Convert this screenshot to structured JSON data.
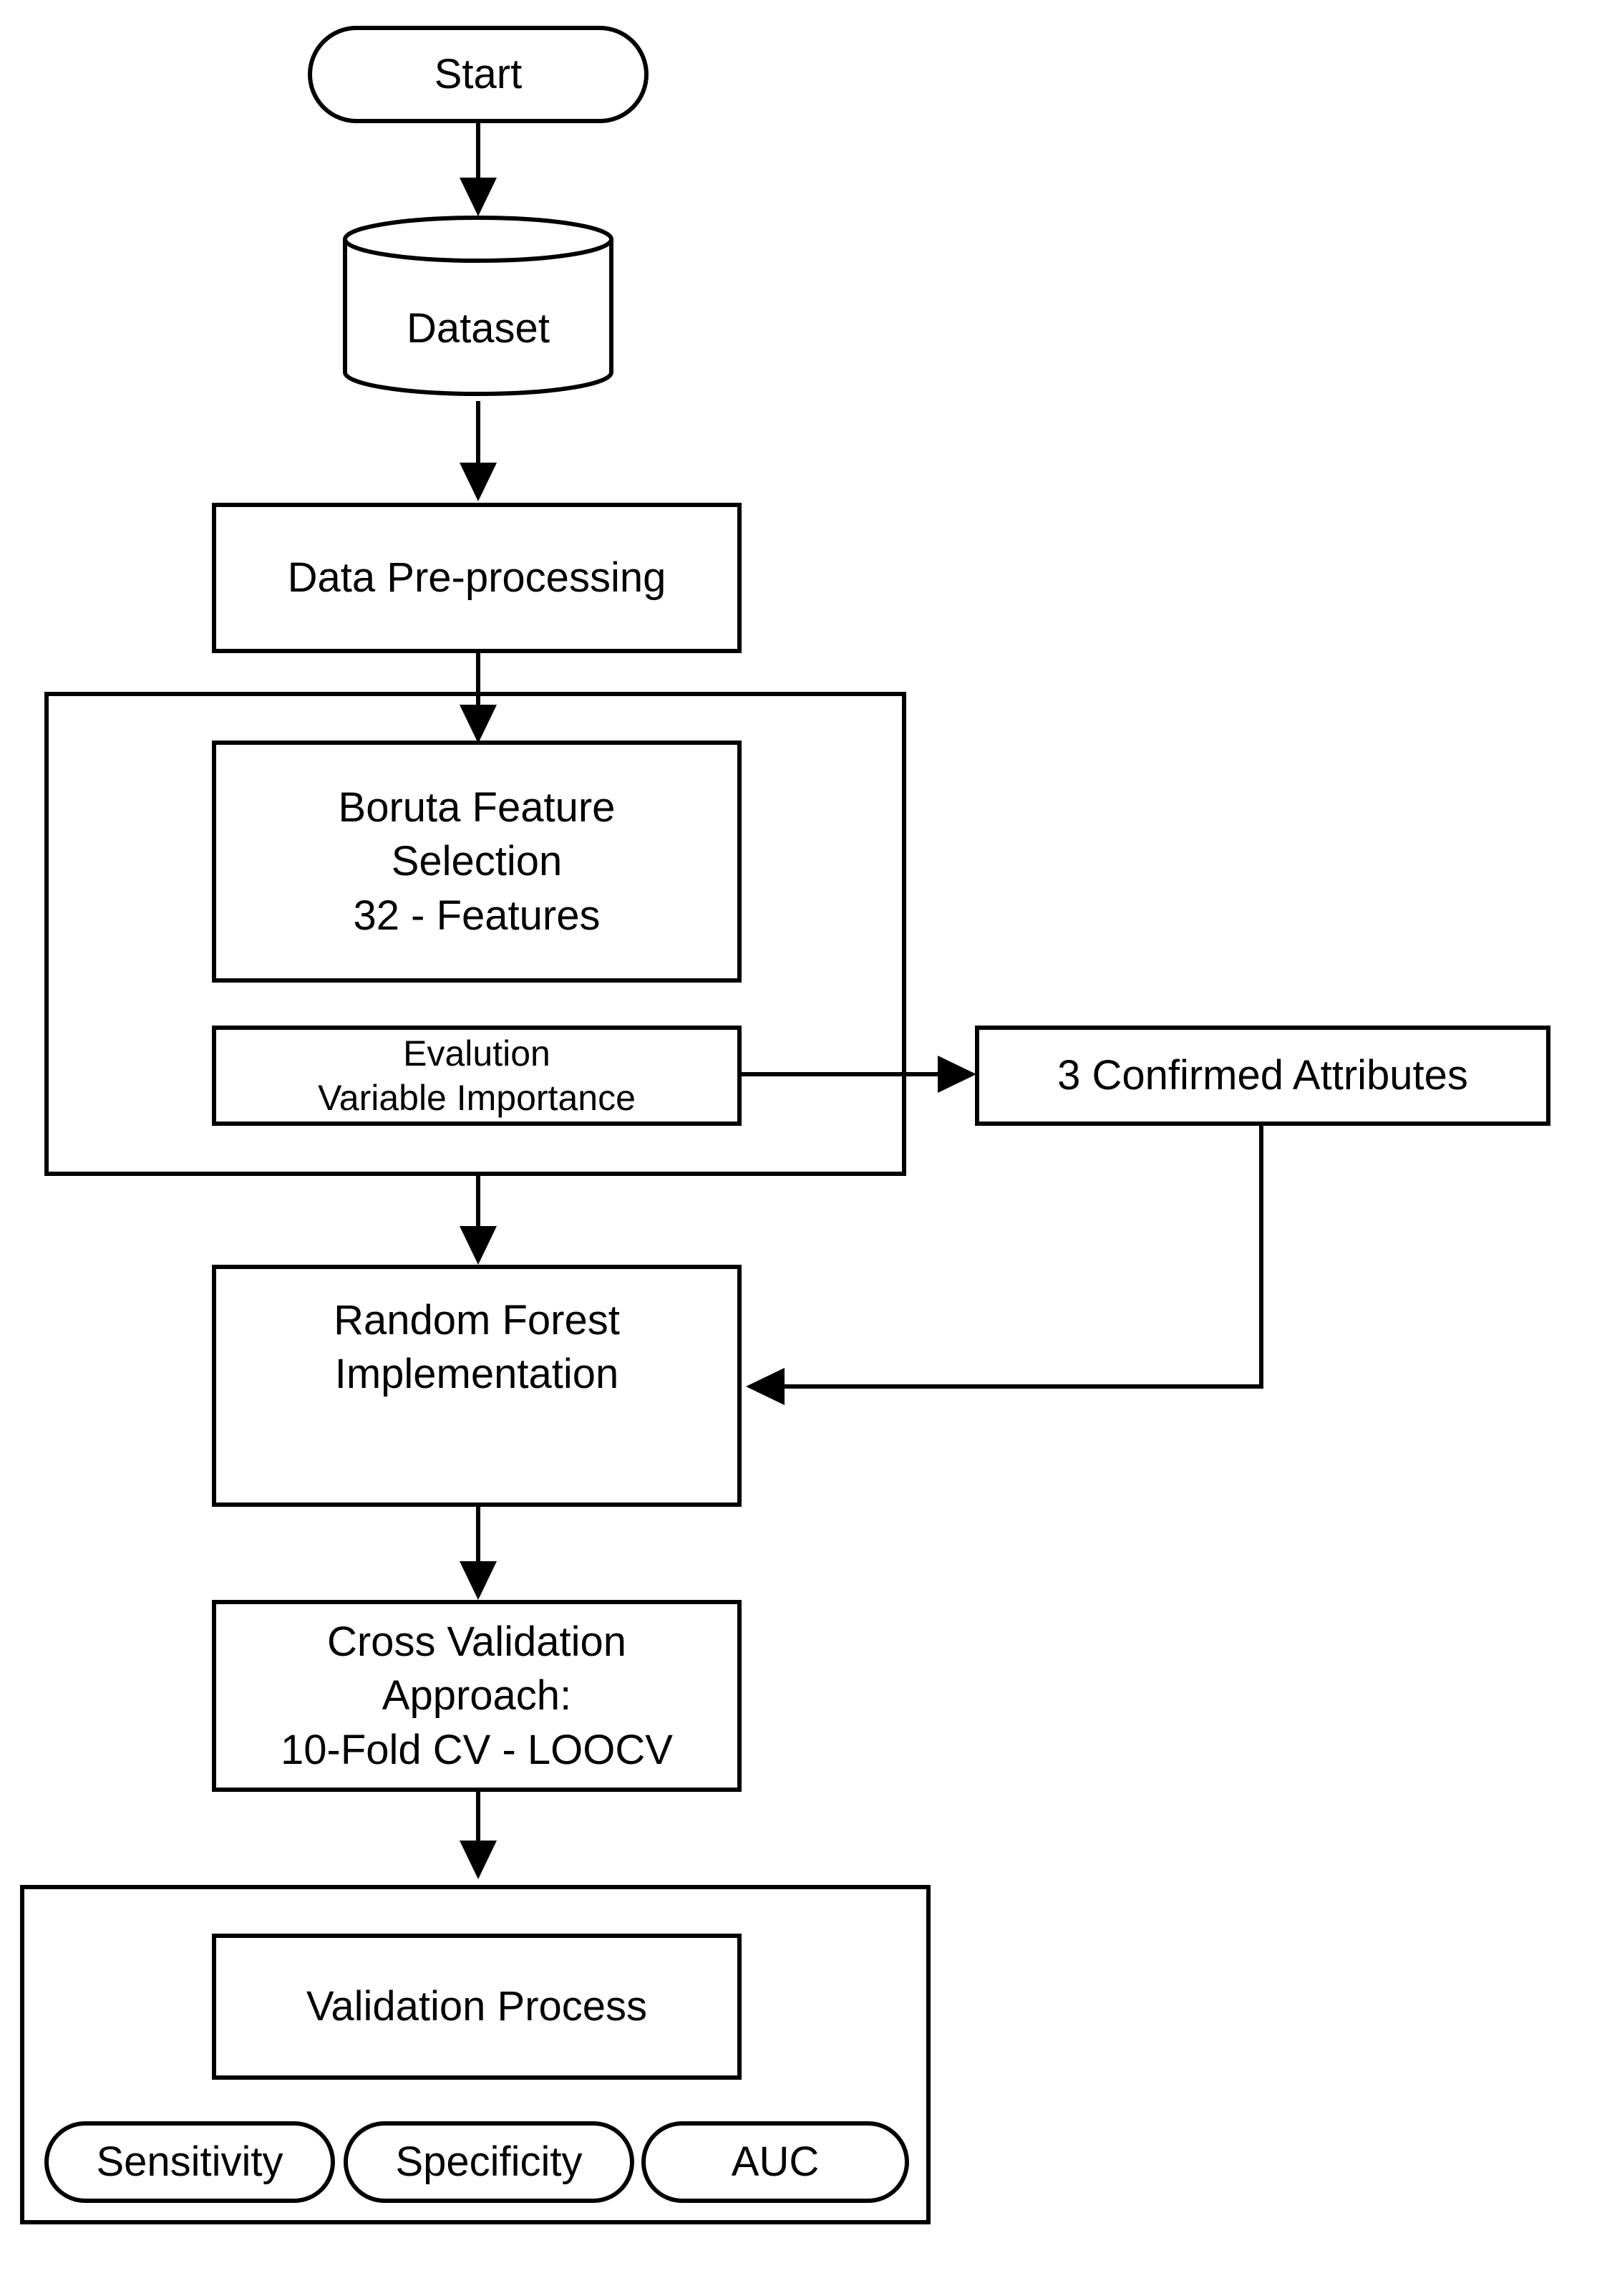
{
  "nodes": {
    "start": "Start",
    "dataset": "Dataset",
    "preprocessing": "Data Pre-processing",
    "boruta": "Boruta Feature\nSelection\n32 - Features",
    "evaluation": "Evalution\nVariable Importance",
    "confirmed": "3 Confirmed Attributes",
    "random_forest": "Random Forest\nImplementation",
    "cross_validation": "Cross Validation\nApproach:\n10-Fold CV - LOOCV",
    "validation_process": "Validation Process"
  },
  "metrics": [
    "Sensitivity",
    "Specificity",
    "AUC"
  ]
}
